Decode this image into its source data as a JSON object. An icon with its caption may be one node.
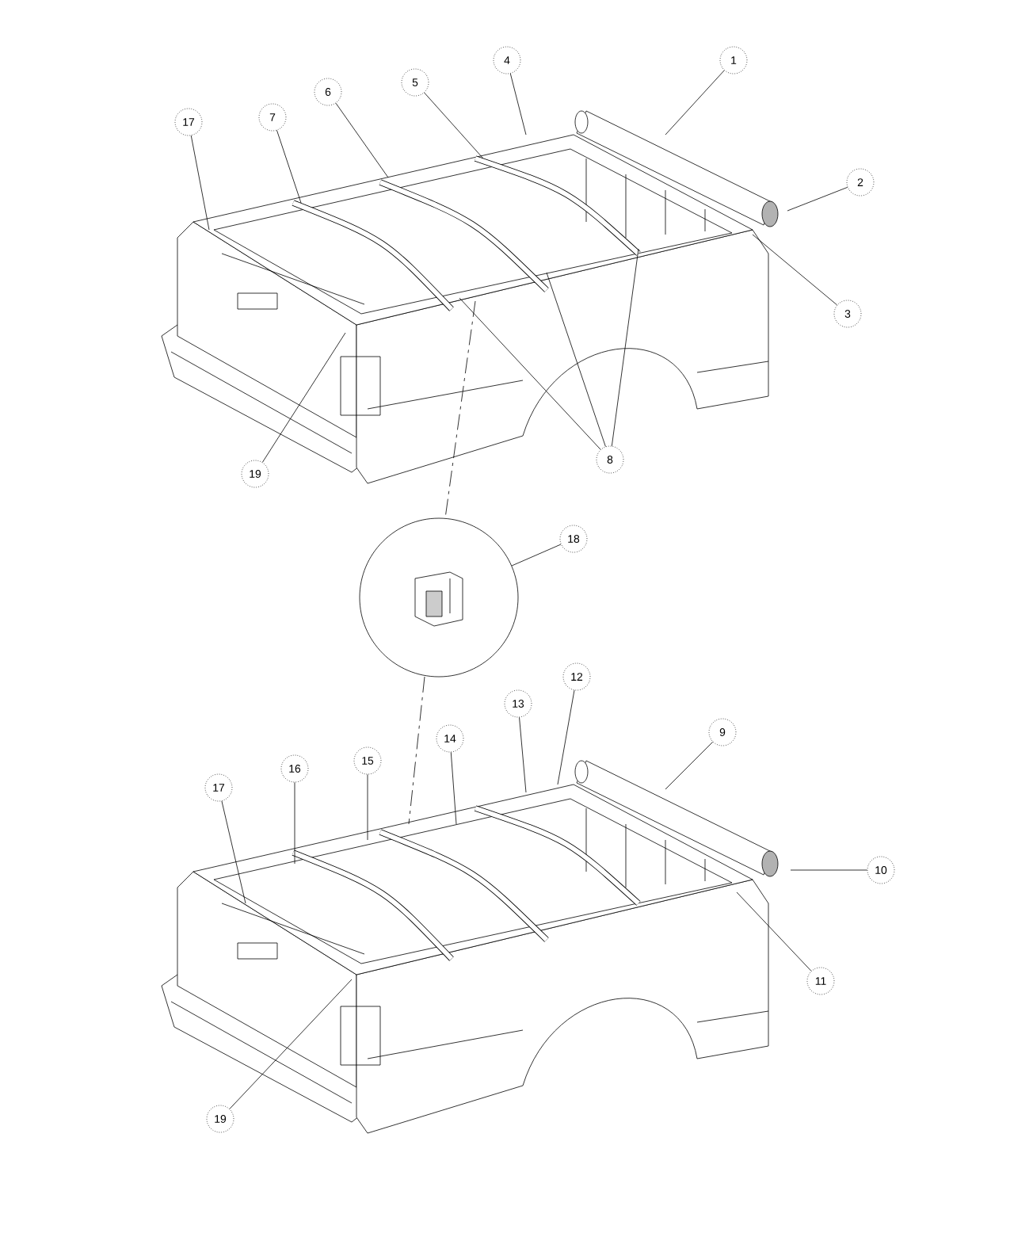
{
  "diagram": {
    "nodes": [
      {
        "text": [
          "17"
        ]
      },
      {
        "text": [
          "7"
        ]
      },
      {
        "text": [
          "6"
        ]
      },
      {
        "text": [
          "5"
        ]
      },
      {
        "text": [
          "4"
        ]
      },
      {
        "text": [
          "1"
        ]
      },
      {
        "text": [
          "2"
        ]
      },
      {
        "text": [
          "3"
        ]
      },
      {
        "text": [
          "8"
        ]
      },
      {
        "text": [
          "19"
        ]
      },
      {
        "text": [
          "18"
        ]
      },
      {
        "text": [],
        "shape": "picture"
      },
      {
        "text": [
          "12"
        ]
      },
      {
        "text": [
          "13"
        ]
      },
      {
        "text": [
          "9"
        ]
      },
      {
        "text": [
          "14"
        ]
      },
      {
        "text": [
          "15"
        ]
      },
      {
        "text": [
          "16"
        ]
      },
      {
        "text": [
          "17"
        ]
      },
      {
        "text": [
          "10"
        ]
      },
      {
        "text": [
          "11"
        ]
      },
      {
        "text": [
          "19"
        ]
      }
    ],
    "edges": [
      {
        "from": 0,
        "to": null,
        "arrow": "none"
      },
      {
        "from": 1,
        "to": null,
        "arrow": "none"
      },
      {
        "from": 2,
        "to": null,
        "arrow": "none"
      },
      {
        "from": 3,
        "to": null,
        "arrow": "none"
      },
      {
        "from": 4,
        "to": null,
        "arrow": "none"
      },
      {
        "from": 5,
        "to": null,
        "arrow": "none"
      },
      {
        "from": 6,
        "to": null,
        "arrow": "none"
      },
      {
        "from": 7,
        "to": null,
        "arrow": "none"
      },
      {
        "from": 8,
        "to": null,
        "arrow": "none"
      },
      {
        "from": 8,
        "to": null,
        "arrow": "none"
      },
      {
        "from": 8,
        "to": null,
        "arrow": "none"
      },
      {
        "from": 9,
        "to": null,
        "arrow": "none"
      },
      {
        "from": 10,
        "to": 11,
        "arrow": "none"
      },
      {
        "from": 12,
        "to": null,
        "arrow": "none"
      },
      {
        "from": 13,
        "to": null,
        "arrow": "none"
      },
      {
        "from": 14,
        "to": null,
        "arrow": "none"
      },
      {
        "from": 15,
        "to": null,
        "arrow": "none"
      },
      {
        "from": 16,
        "to": null,
        "arrow": "none"
      },
      {
        "from": 17,
        "to": null,
        "arrow": "none"
      },
      {
        "from": 18,
        "to": null,
        "arrow": "none"
      },
      {
        "from": 19,
        "to": null,
        "arrow": "none"
      },
      {
        "from": 20,
        "to": null,
        "arrow": "none"
      },
      {
        "from": 21,
        "to": null,
        "arrow": "none"
      }
    ]
  }
}
